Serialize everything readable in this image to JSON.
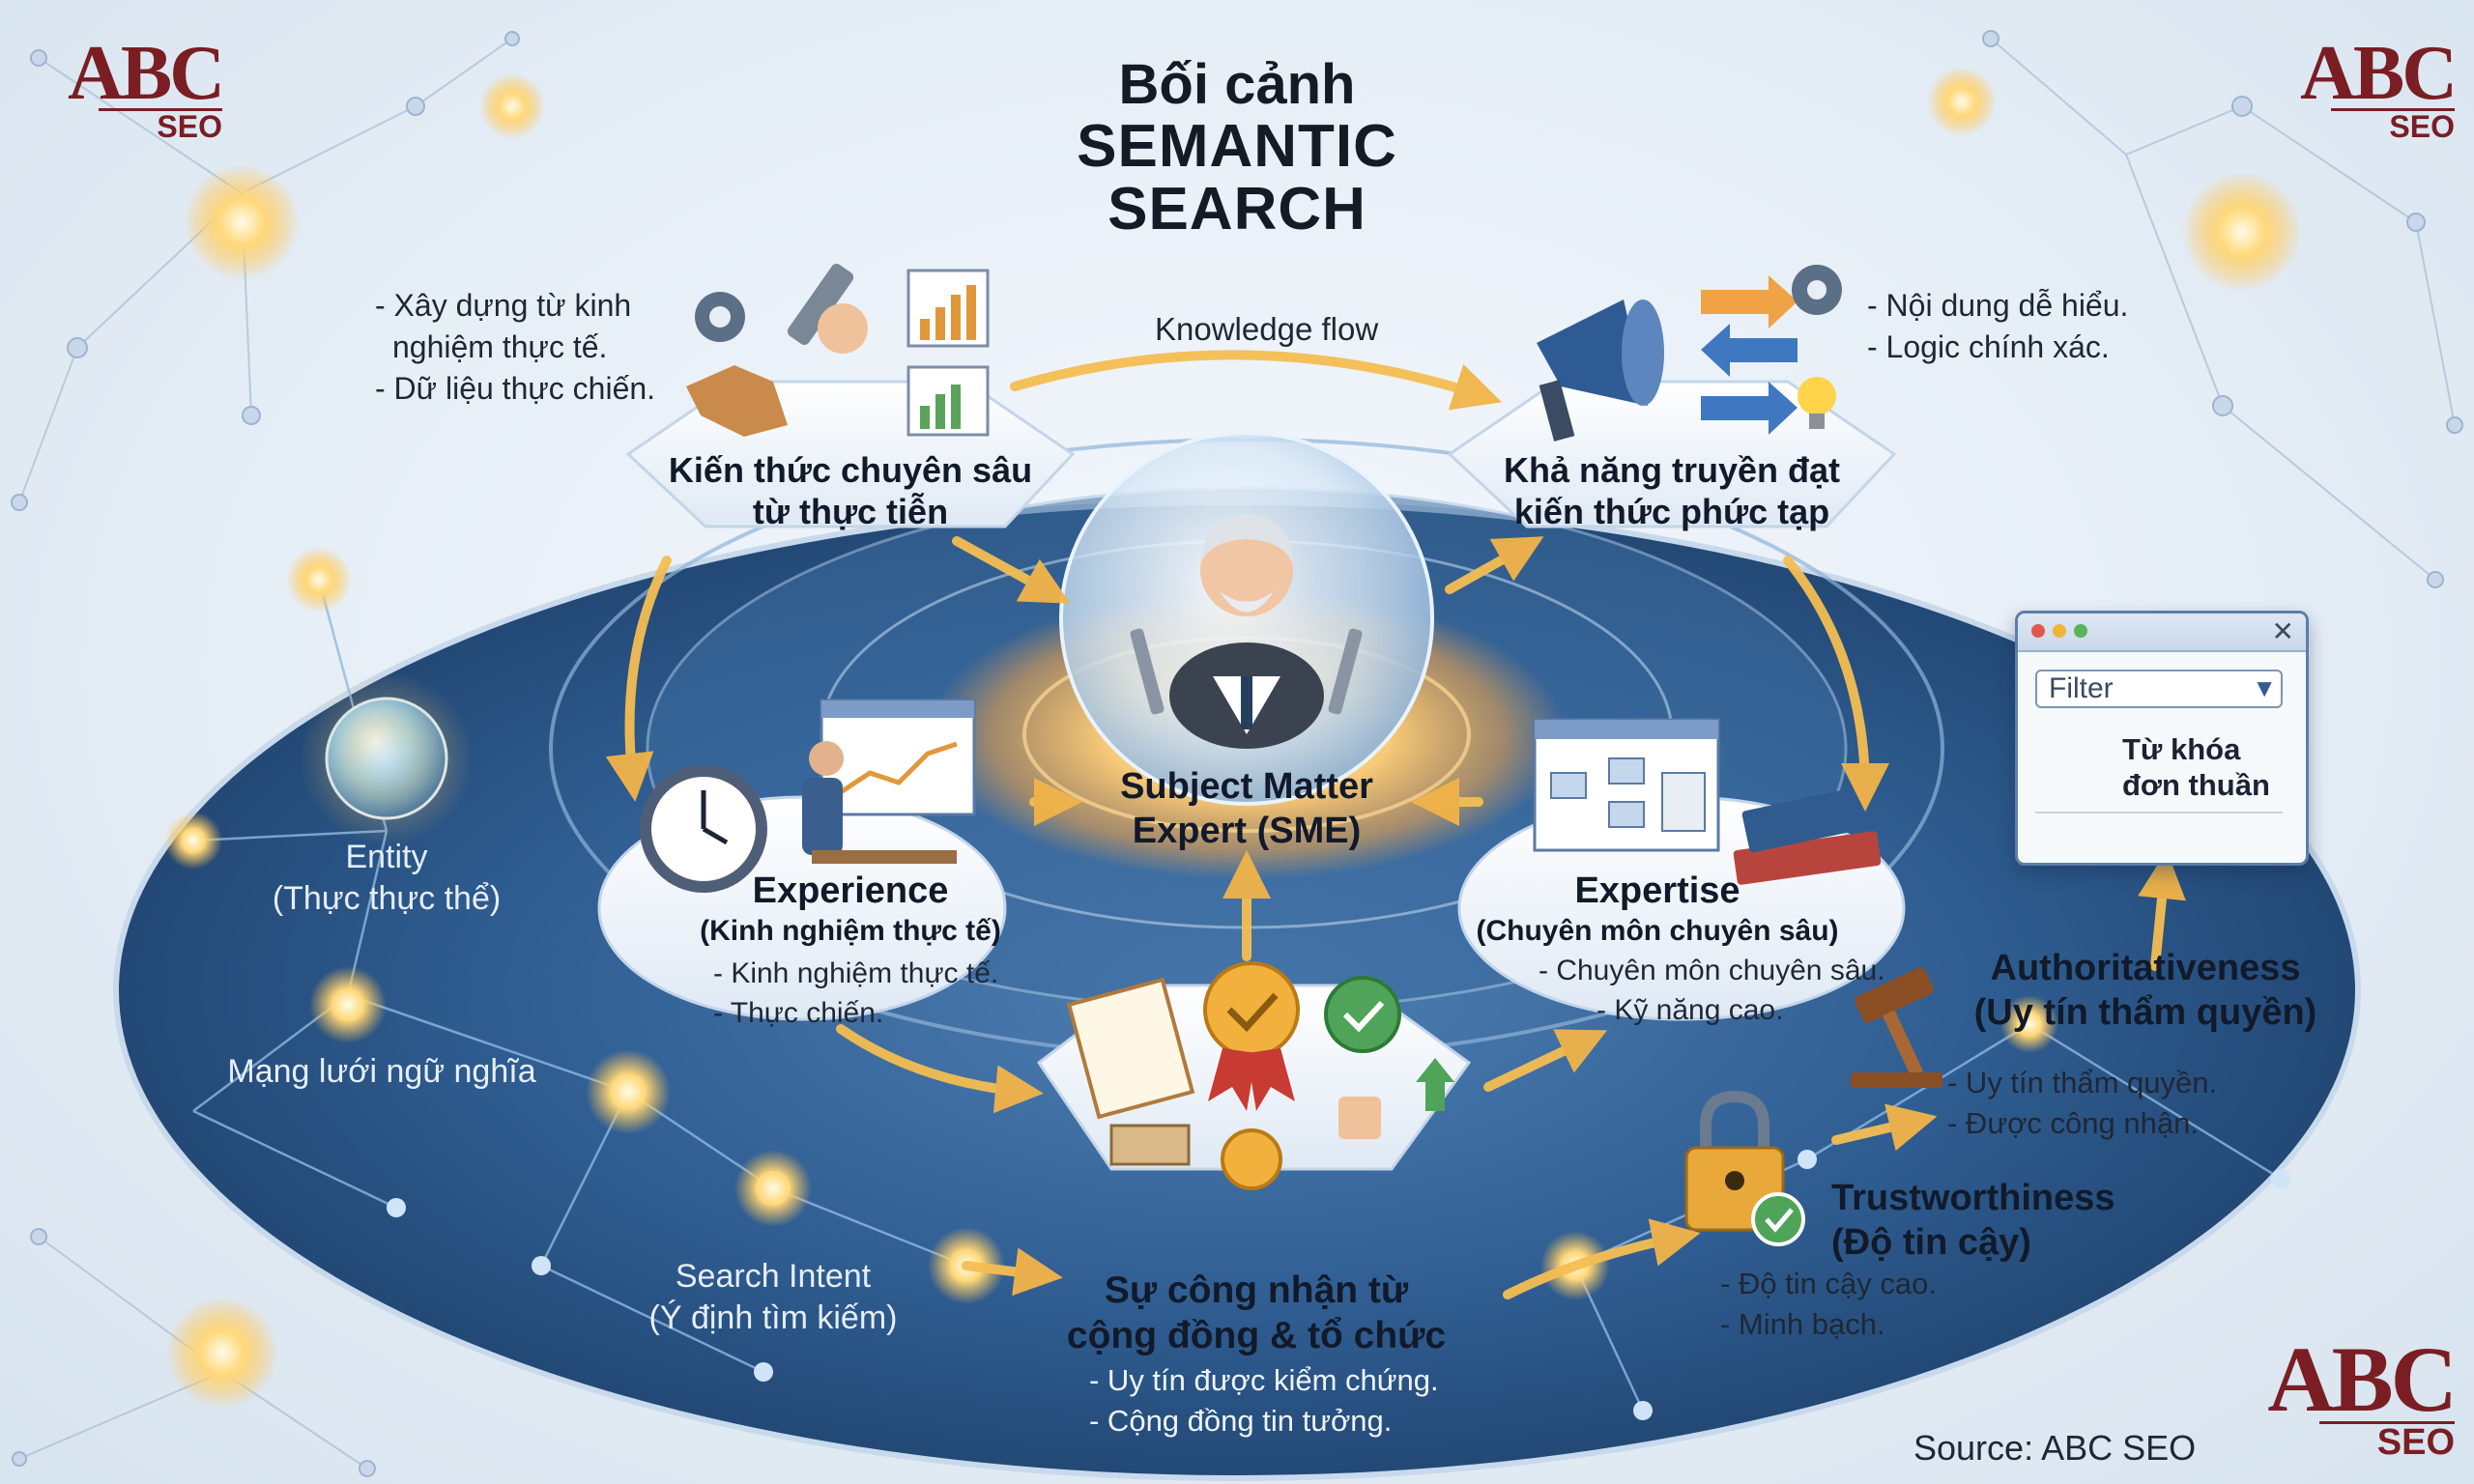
{
  "title": {
    "line1": "Bối cảnh",
    "line2": "SEMANTIC SEARCH"
  },
  "logo": {
    "main": "ABC",
    "sub": "SEO"
  },
  "flow_label": "Knowledge flow",
  "top_left_notes": {
    "line1": "- Xây dựng từ kinh",
    "line2": "nghiệm thực tế.",
    "line3": "- Dữ liệu thực chiến."
  },
  "top_right_notes": {
    "line1": "- Nội dung dễ hiểu.",
    "line2": "- Logic chính xác."
  },
  "nodes": {
    "knowledge": {
      "line1": "Kiến thức chuyên sâu",
      "line2": "từ thực tiễn"
    },
    "communication": {
      "line1": "Khả năng truyền đạt",
      "line2": "kiến thức phức tạp"
    },
    "sme": {
      "line1": "Subject Matter",
      "line2": "Expert (SME)"
    },
    "experience": {
      "title": "Experience",
      "subtitle": "(Kinh nghiệm thực tế)",
      "note1": "- Kinh nghiệm thực tế.",
      "note2": "- Thực chiến."
    },
    "expertise": {
      "title": "Expertise",
      "subtitle": "(Chuyên môn chuyên sâu)",
      "note1": "- Chuyên môn chuyên sâu.",
      "note2": "- Kỹ năng cao."
    },
    "recognition": {
      "line1": "Sự công nhận từ",
      "line2": "cộng đồng & tổ chức",
      "note1": "- Uy tín được kiểm chứng.",
      "note2": "- Cộng đồng tin tưởng."
    },
    "authority": {
      "line1": "Authoritativeness",
      "line2": "(Uy tín thẩm quyền)",
      "note1": "- Uy tín thẩm quyền.",
      "note2": "- Được công nhận."
    },
    "trust": {
      "line1": "Trustworthiness",
      "line2": "(Độ tin cậy)",
      "note1": "- Độ tin cậy cao.",
      "note2": "- Minh bạch."
    }
  },
  "network_labels": {
    "entity": {
      "line1": "Entity",
      "line2": "(Thực thực thể)"
    },
    "semantic_net": "Mạng lưới ngữ nghĩa",
    "intent": {
      "line1": "Search Intent",
      "line2": "(Ý định tìm kiếm)"
    }
  },
  "filter_window": {
    "placeholder": "Filter",
    "keyword_line1": "Từ khóa",
    "keyword_line2": "đơn thuần"
  },
  "source": "Source: ABC SEO",
  "colors": {
    "logo": "#7a1e24",
    "ellipse": "#2d5a8c",
    "arrow": "#f5b94a",
    "accent_red": "#d9463a"
  }
}
